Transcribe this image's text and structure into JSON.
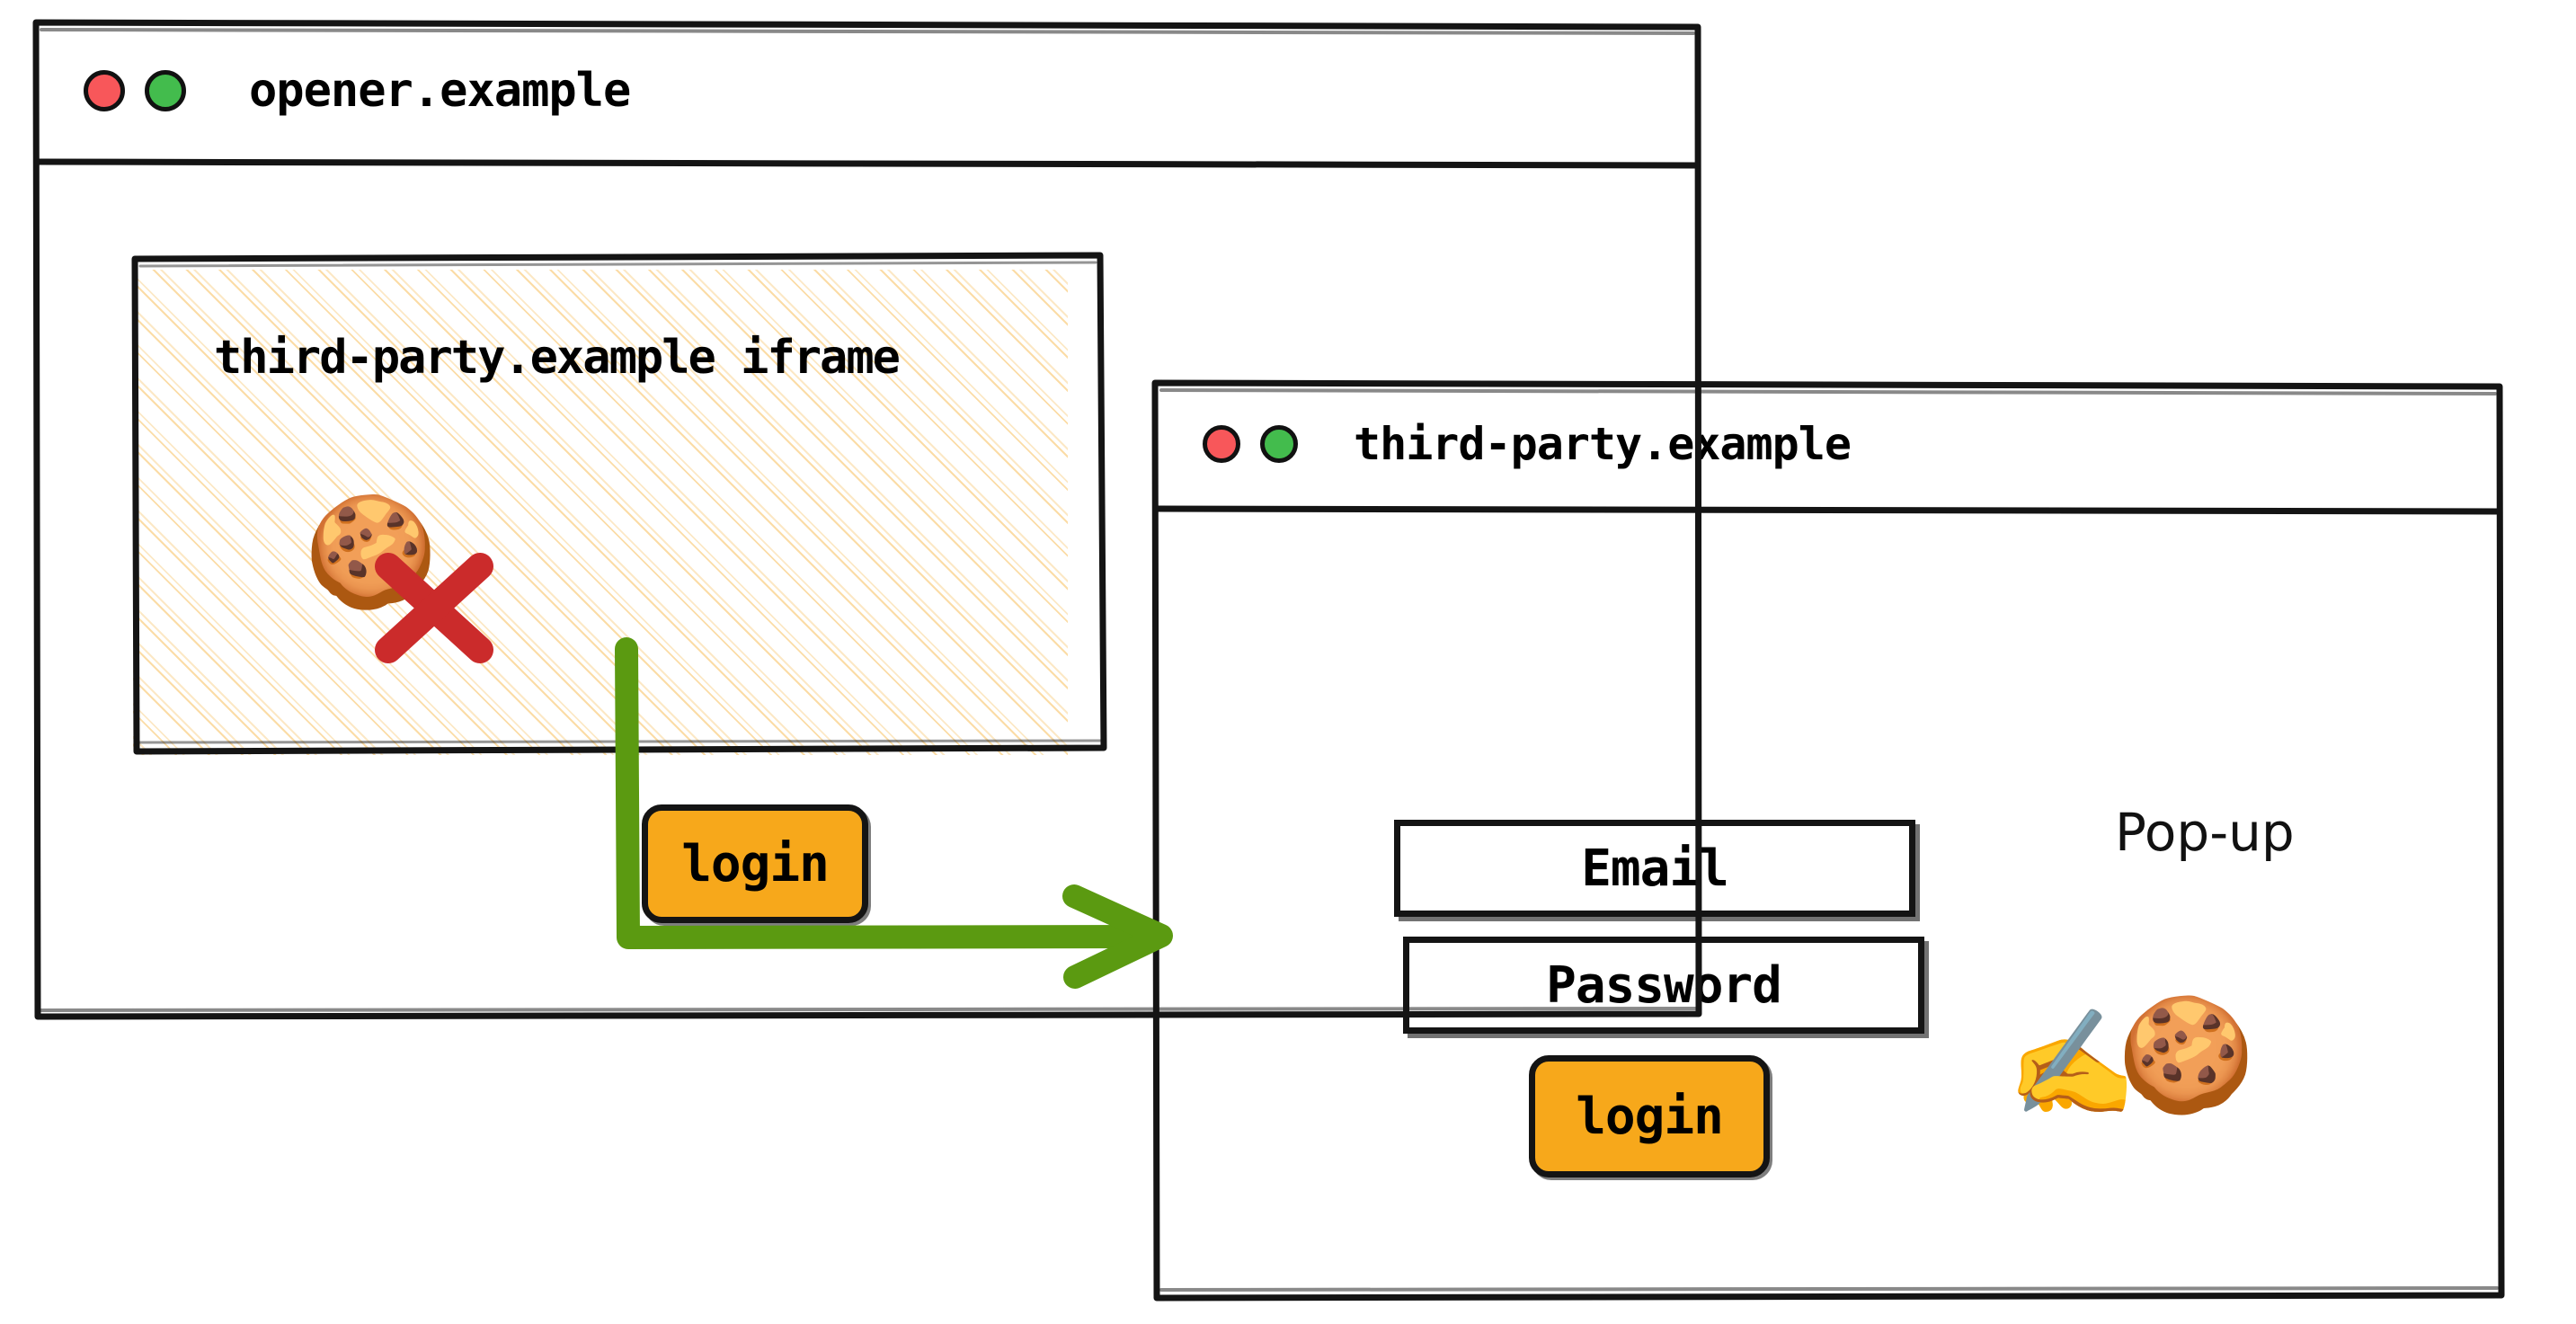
{
  "diagram": {
    "title": "Third-party iframe opens a pop-up to third-party.example for login",
    "colors": {
      "accent_orange": "#F7A81B",
      "arrow_green": "#5B9A11",
      "dot_red": "#F8575A",
      "dot_green": "#43BC4D",
      "hatch_cream": "#FAD696",
      "ink_black": "#141414"
    }
  },
  "opener_window": {
    "title": "opener.example",
    "controls": {
      "close_dot": "red",
      "maximize_dot": "green"
    },
    "iframe": {
      "label": "third-party.example iframe",
      "cookie_icon": "cookie-emoji",
      "blocked_marker": "red-x-mark",
      "login_button": "login"
    }
  },
  "popup_window": {
    "title": "third-party.example",
    "controls": {
      "close_dot": "red",
      "maximize_dot": "green"
    },
    "annotation": "Pop-up",
    "form": {
      "email_field": "Email",
      "password_field": "Password",
      "login_button": "login"
    },
    "writing_hand_icon": "writing-hand-emoji",
    "cookie_icon": "cookie-emoji"
  },
  "arrow": {
    "label": "",
    "from": "iframe login button",
    "to": "pop-up window",
    "color": "#5B9A11"
  }
}
